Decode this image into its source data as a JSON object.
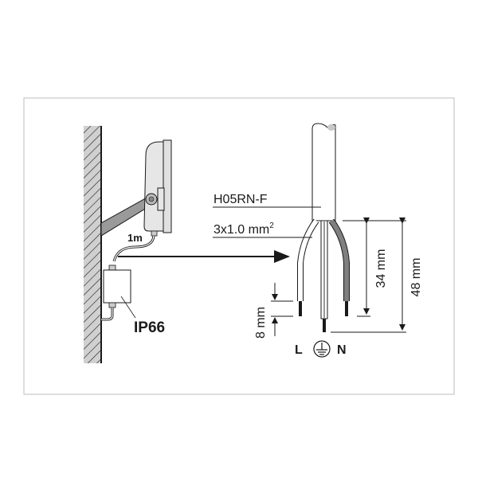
{
  "labels": {
    "cable_type": "H05RN-F",
    "cable_section": "3x1.0 mm",
    "cable_section_sup": "2",
    "cable_length": "1m",
    "protection": "IP66",
    "strip_length": "8 mm",
    "short_wire_length": "34 mm",
    "long_wire_length": "48 mm",
    "live": "L",
    "neutral": "N"
  },
  "icons": {
    "earth": "protective-earth-symbol"
  },
  "colors": {
    "line": "#1a1a1a",
    "wall_fill": "#d0d0d0",
    "lamp_fill": "#e6e6e6",
    "neutral_wire": "#808080",
    "frame": "#bdbdbd"
  }
}
